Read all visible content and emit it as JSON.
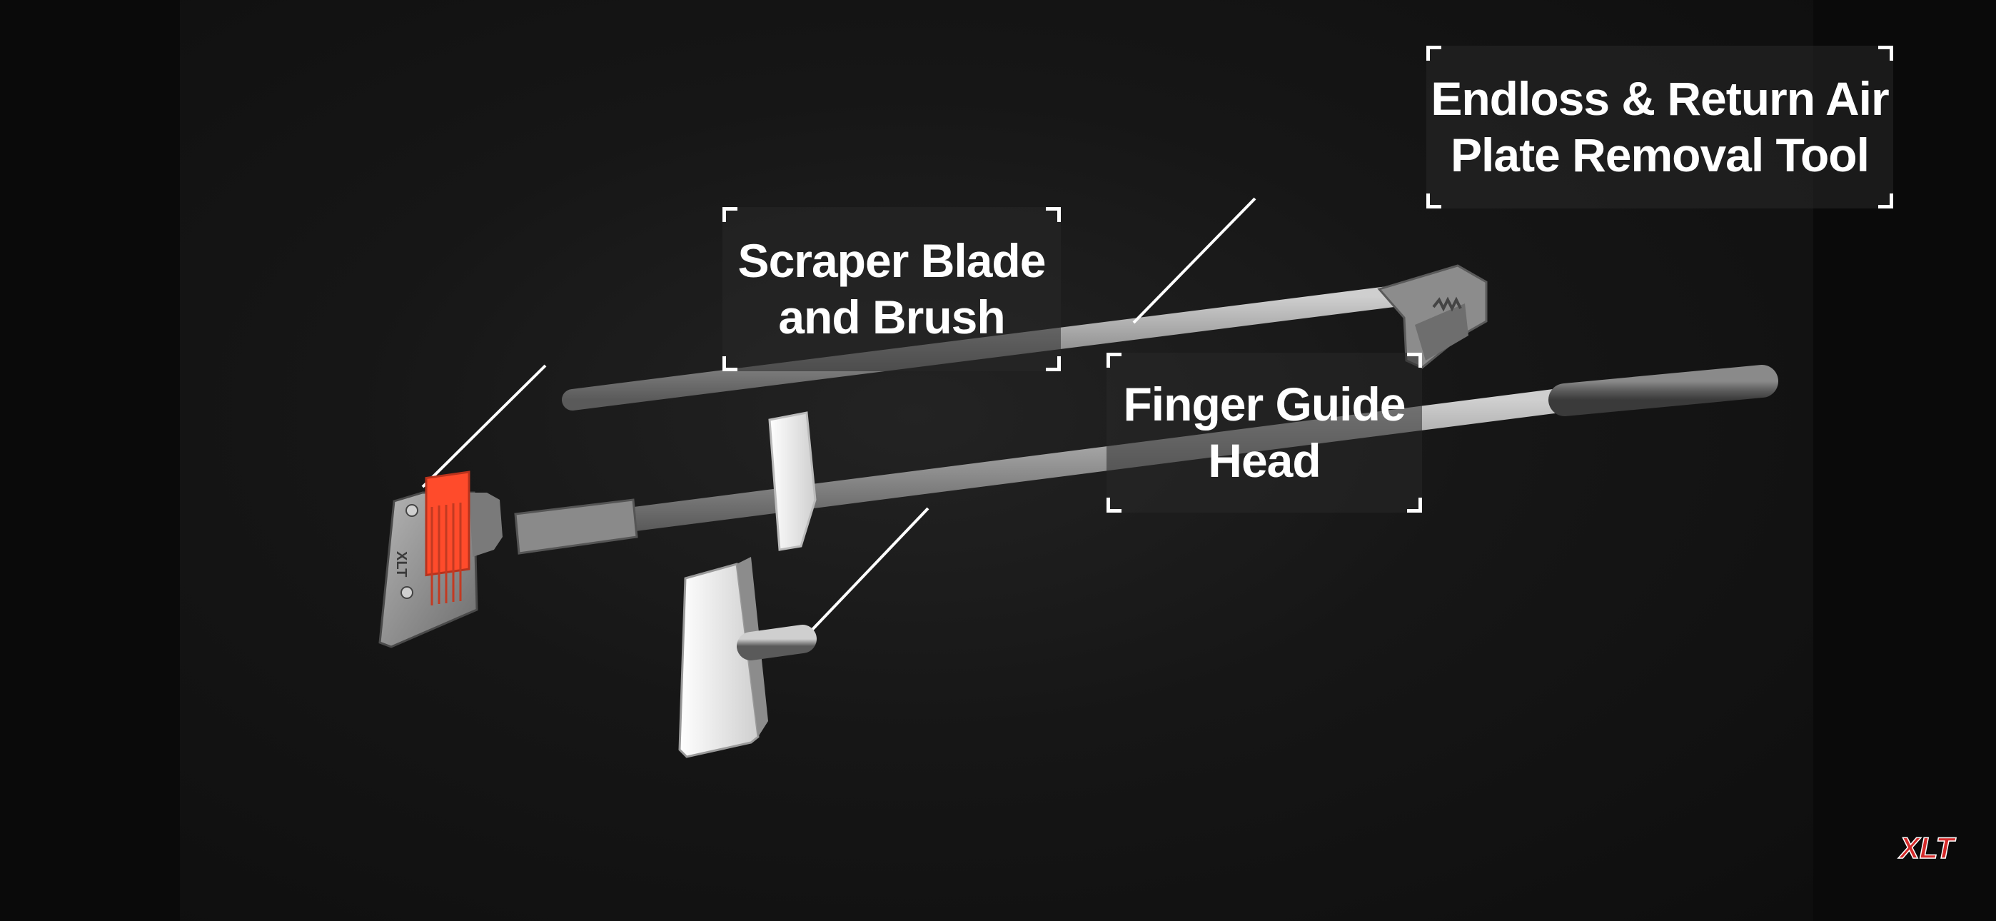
{
  "callouts": {
    "endloss": {
      "line1": "Endloss & Return Air",
      "line2": "Plate Removal Tool"
    },
    "scraper": {
      "line1": "Scraper Blade",
      "line2": "and Brush"
    },
    "finger": {
      "line1": "Finger Guide",
      "line2": "Head"
    }
  },
  "logo": {
    "text": "XLT",
    "color": "#d42a2a"
  },
  "tool_stamp": {
    "text": "XLT"
  },
  "colors": {
    "background": "#141414",
    "brush": "#ff4b2b",
    "metal": "#9a9a9a",
    "guide_pad": "#eeeeee"
  }
}
